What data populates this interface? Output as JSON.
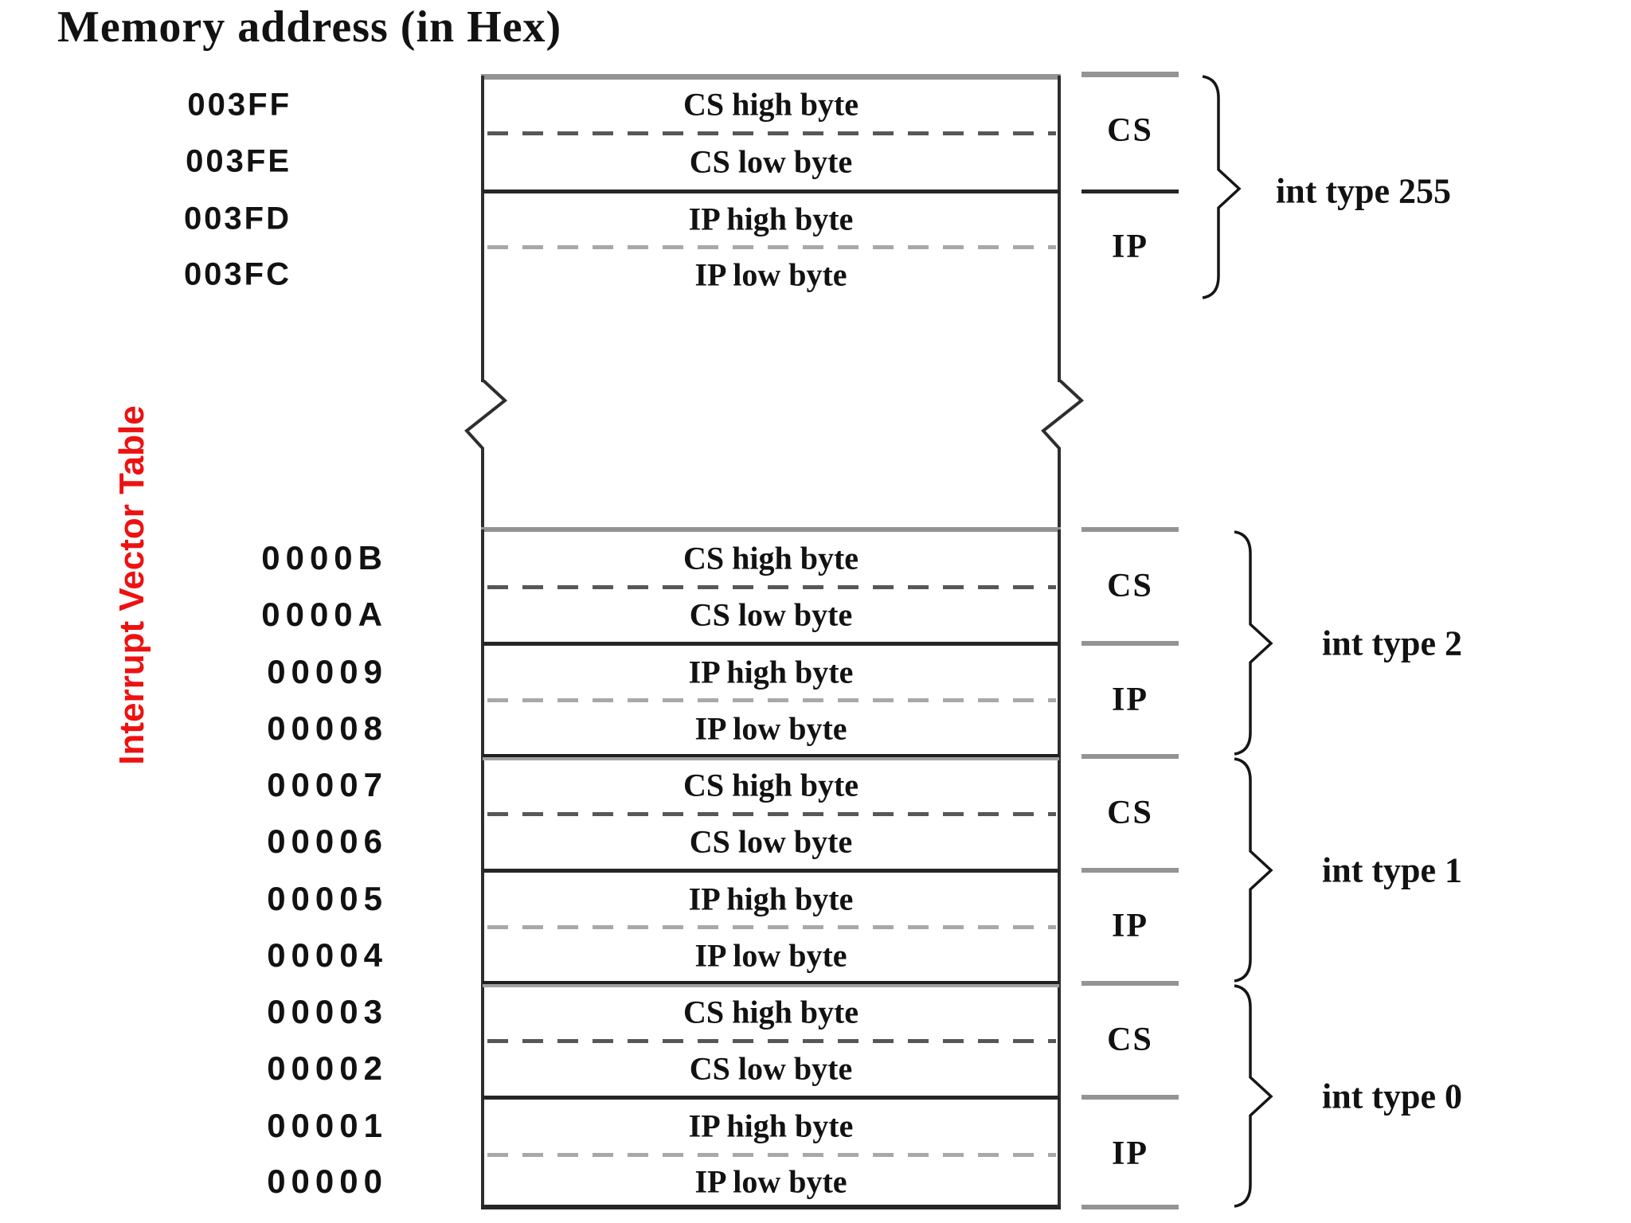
{
  "title": "Memory address (in Hex)",
  "side_label": "Interrupt Vector Table",
  "colors": {
    "accent_red": "#ee1111",
    "line_dark": "#262626",
    "line_gray": "#949494",
    "background": "#ffffff"
  },
  "top_block": {
    "int_label": "int type 255",
    "addresses": [
      "003FF",
      "003FE",
      "003FD",
      "003FC"
    ],
    "rows": [
      "CS high byte",
      "CS low byte",
      "IP high byte",
      "IP low byte"
    ],
    "registers": [
      "CS",
      "IP"
    ]
  },
  "blocks": [
    {
      "int_label": "int type 2",
      "addresses": [
        "0000B",
        "0000A",
        "00009",
        "00008"
      ],
      "rows": [
        "CS high byte",
        "CS low byte",
        "IP high byte",
        "IP low byte"
      ],
      "registers": [
        "CS",
        "IP"
      ]
    },
    {
      "int_label": "int type 1",
      "addresses": [
        "00007",
        "00006",
        "00005",
        "00004"
      ],
      "rows": [
        "CS high byte",
        "CS low byte",
        "IP high byte",
        "IP low byte"
      ],
      "registers": [
        "CS",
        "IP"
      ]
    },
    {
      "int_label": "int type 0",
      "addresses": [
        "00003",
        "00002",
        "00001",
        "00000"
      ],
      "rows": [
        "CS high byte",
        "CS low byte",
        "IP high byte",
        "IP low byte"
      ],
      "registers": [
        "CS",
        "IP"
      ]
    }
  ]
}
